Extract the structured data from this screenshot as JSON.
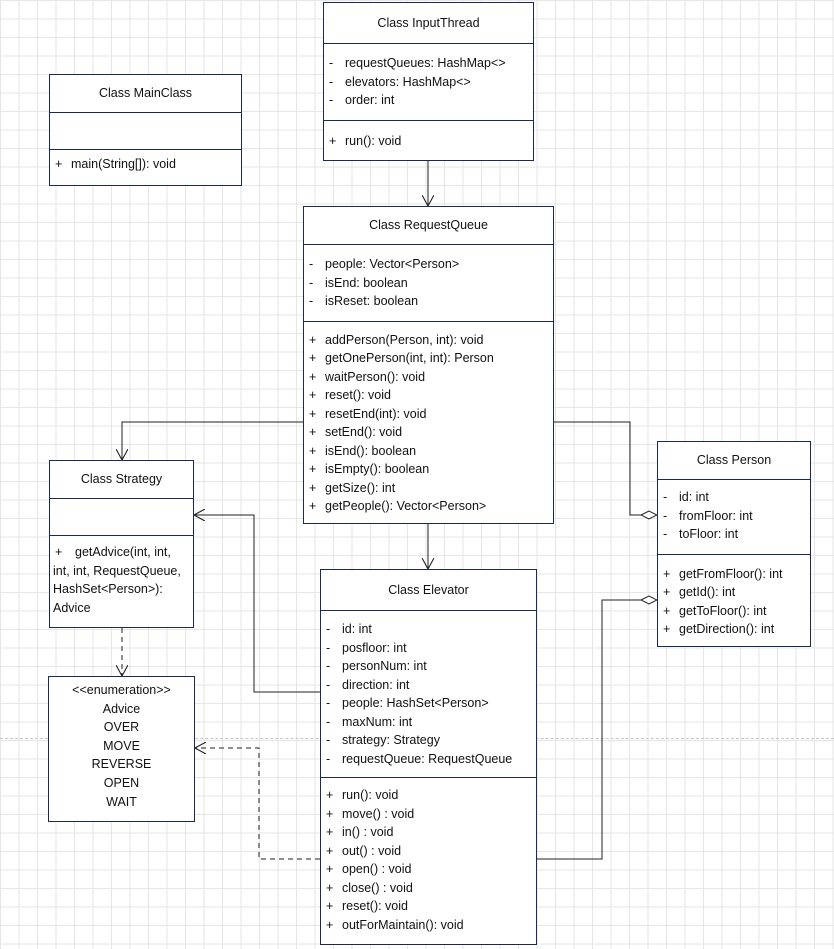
{
  "classes": {
    "main_class": {
      "title": "Class MainClass",
      "attributes": [],
      "methods": [
        {
          "vis": "+",
          "text": "main(String[]): void"
        }
      ]
    },
    "input_thread": {
      "title": "Class InputThread",
      "attributes": [
        {
          "vis": "-",
          "text": "requestQueues: HashMap<>"
        },
        {
          "vis": "-",
          "text": "elevators: HashMap<>"
        },
        {
          "vis": "-",
          "text": "order: int"
        }
      ],
      "methods": [
        {
          "vis": "+",
          "text": "run(): void"
        }
      ]
    },
    "request_queue": {
      "title": "Class RequestQueue",
      "attributes": [
        {
          "vis": "-",
          "text": "people: Vector<Person>"
        },
        {
          "vis": "-",
          "text": "isEnd: boolean"
        },
        {
          "vis": "-",
          "text": "isReset: boolean"
        }
      ],
      "methods": [
        {
          "vis": "+",
          "text": "addPerson(Person, int): void"
        },
        {
          "vis": "+",
          "text": "getOnePerson(int, int): Person"
        },
        {
          "vis": "+",
          "text": "waitPerson(): void"
        },
        {
          "vis": "+",
          "text": "reset(): void"
        },
        {
          "vis": "+",
          "text": "resetEnd(int): void"
        },
        {
          "vis": "+",
          "text": "setEnd(): void"
        },
        {
          "vis": "+",
          "text": "isEnd(): boolean"
        },
        {
          "vis": "+",
          "text": "isEmpty(): boolean"
        },
        {
          "vis": "+",
          "text": "getSize(): int"
        },
        {
          "vis": "+",
          "text": "getPeople(): Vector<Person>"
        }
      ]
    },
    "strategy": {
      "title": "Class Strategy",
      "attributes": [],
      "methods": [
        {
          "vis": "+",
          "text": "getAdvice(int, int, int, int, RequestQueue, HashSet<Person>): Advice"
        }
      ]
    },
    "person": {
      "title": "Class Person",
      "attributes": [
        {
          "vis": "-",
          "text": "id: int"
        },
        {
          "vis": "-",
          "text": "fromFloor: int"
        },
        {
          "vis": "-",
          "text": "toFloor: int"
        }
      ],
      "methods": [
        {
          "vis": "+",
          "text": "getFromFloor(): int"
        },
        {
          "vis": "+",
          "text": "getId(): int"
        },
        {
          "vis": "+",
          "text": "getToFloor(): int"
        },
        {
          "vis": "+",
          "text": "getDirection(): int"
        }
      ]
    },
    "elevator": {
      "title": "Class Elevator",
      "attributes": [
        {
          "vis": "-",
          "text": "id: int"
        },
        {
          "vis": "-",
          "text": "posfloor: int"
        },
        {
          "vis": "-",
          "text": "personNum: int"
        },
        {
          "vis": "-",
          "text": "direction: int"
        },
        {
          "vis": "-",
          "text": "people: HashSet<Person>"
        },
        {
          "vis": "-",
          "text": "maxNum: int"
        },
        {
          "vis": "-",
          "text": "strategy: Strategy"
        },
        {
          "vis": "-",
          "text": "requestQueue: RequestQueue"
        }
      ],
      "methods": [
        {
          "vis": "+",
          "text": "run(): void"
        },
        {
          "vis": "+",
          "text": "move() : void"
        },
        {
          "vis": "+",
          "text": "in() : void"
        },
        {
          "vis": "+",
          "text": "out() : void"
        },
        {
          "vis": "+",
          "text": "open() : void"
        },
        {
          "vis": "+",
          "text": "close() : void"
        },
        {
          "vis": "+",
          "text": "reset(): void"
        },
        {
          "vis": "+",
          "text": "outForMaintain(): void"
        }
      ]
    }
  },
  "advice_enum": {
    "stereotype": "<<enumeration>>",
    "name": "Advice",
    "values": [
      "OVER",
      "MOVE",
      "REVERSE",
      "OPEN",
      "WAIT"
    ]
  },
  "relations": [
    {
      "from": "Class InputThread",
      "to": "Class RequestQueue",
      "kind": "association"
    },
    {
      "from": "Class RequestQueue",
      "to": "Class Strategy",
      "kind": "association"
    },
    {
      "from": "Class RequestQueue",
      "to": "Class Elevator",
      "kind": "association"
    },
    {
      "from": "Class RequestQueue",
      "to": "Class Person",
      "kind": "aggregation"
    },
    {
      "from": "Class Elevator",
      "to": "Class Strategy",
      "kind": "association"
    },
    {
      "from": "Class Elevator",
      "to": "Class Person",
      "kind": "aggregation"
    },
    {
      "from": "Class Strategy",
      "to": "Advice",
      "kind": "dependency"
    },
    {
      "from": "Class Elevator",
      "to": "Advice",
      "kind": "dependency"
    }
  ],
  "colors": {
    "border": "#1a2a55",
    "line": "#222222",
    "grid": "#e6e6e6"
  }
}
